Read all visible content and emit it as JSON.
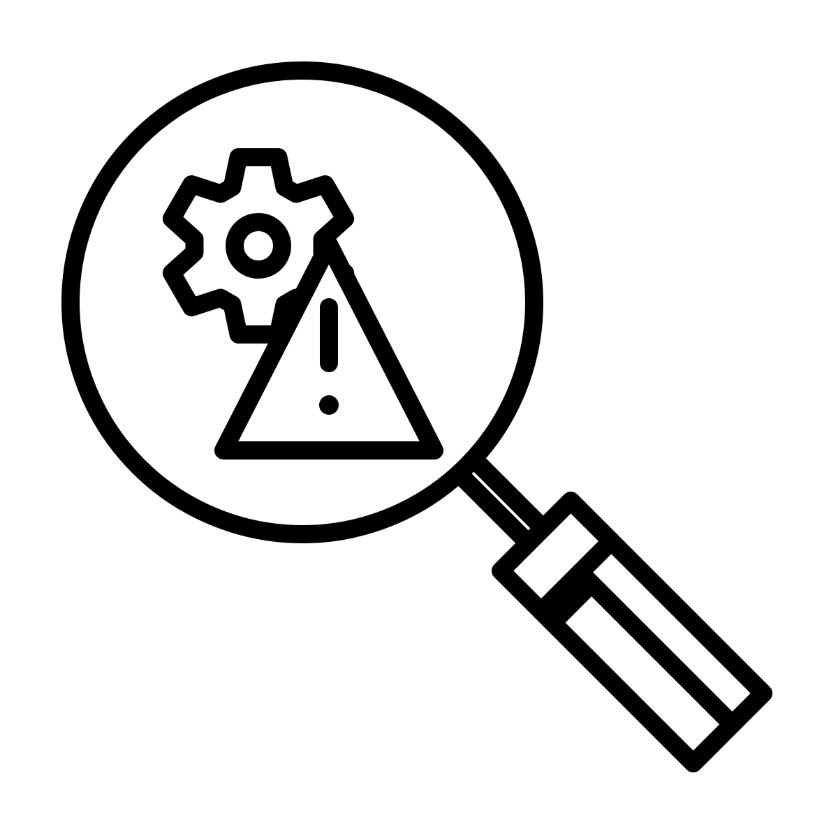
{
  "icon": {
    "stroke_color": "#000000",
    "background_color": "#ffffff",
    "parts": [
      "magnifying-glass",
      "gear",
      "warning-triangle",
      "exclamation-mark"
    ]
  }
}
